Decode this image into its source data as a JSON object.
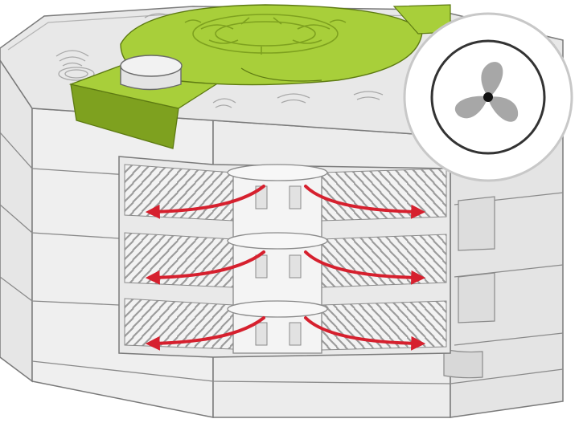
{
  "figure": {
    "subject": "octagonal-dehumidifier-housing",
    "lid_color": "#a8cf3a",
    "lid_shadow": "#7ea11f",
    "body_color": "#ececec",
    "body_shade": "#dcdcdc",
    "outline_color": "#7a7a7a",
    "arrow_color": "#d6202e",
    "fan_badge": {
      "icon": "three-blade-fan-icon",
      "blade_color": "#a7a7a7",
      "ring_color": "#333333"
    },
    "airflow_levels": 3,
    "flow_pattern": "outward-left-and-right-from-center-core"
  }
}
